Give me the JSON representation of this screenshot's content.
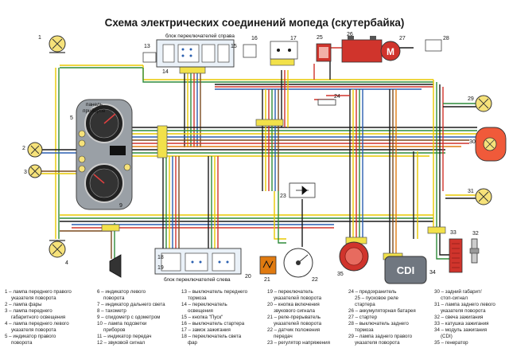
{
  "title": "Схема электрических соединений мопеда (скутербайка)",
  "captions": {
    "right_switch_block": "блок переключателей справа",
    "left_switch_block": "блок переключателей слева",
    "panel_line1": "панель",
    "panel_line2": "приборов",
    "cdi_label": "CDI"
  },
  "component_numbers": {
    "n1": "1",
    "n2": "2",
    "n3": "3",
    "n4": "4",
    "n5": "5",
    "n9": "9",
    "n13": "13",
    "n14": "14",
    "n15": "15",
    "n16": "16",
    "n17": "17",
    "n18": "18",
    "n19": "19",
    "n20": "20",
    "n21": "21",
    "n22": "22",
    "n23": "23",
    "n24": "24",
    "n25": "25",
    "n26": "26",
    "n27": "27",
    "n28": "28",
    "n29": "29",
    "n30": "30",
    "n31": "31",
    "n32": "32",
    "n33": "33",
    "n34": "34",
    "n35": "35"
  },
  "legend": {
    "col1": [
      "1 – лампа переднего правого",
      "указателя поворота",
      "2 – лампа фары",
      "3 – лампа переднего",
      "габаритного освещения",
      "4 – лампа переднего левого",
      "указателя поворота",
      "5 – индикатор правого",
      "поворота"
    ],
    "col2": [
      "6 – индикатор левого",
      "поворота",
      "7 – индикатор дальнего света",
      "8 – тахометр",
      "9 – спидометр с одометром",
      "10 – лампа подсветки",
      "приборов",
      "11 – индикатор передач",
      "12 – звуковой сигнал"
    ],
    "col3": [
      "13 – выключатель переднего",
      "тормоза",
      "14 – переключатель",
      "освещения",
      "15 – кнопка \"Пуск\"",
      "16 – выключатель стартера",
      "17 – замок зажигания",
      "18 – переключатель света",
      "фар"
    ],
    "col4": [
      "19 – переключатель",
      "указателей поворота",
      "20 – кнопка включения",
      "звукового сигнала",
      "21 – реле-прерыватель",
      "указателей поворота",
      "22 – датчик положения",
      "передач",
      "23 – регулятор напряжения"
    ],
    "col5": [
      "24 – предохранитель",
      "25 – пусковое реле",
      "стартера",
      "26 – аккумуляторная батарея",
      "27 – стартер",
      "28 – выключатель заднего",
      "тормоза",
      "29 – лампа заднего правого",
      "указателя поворота"
    ],
    "col6": [
      "30 – задний габарит/",
      "стоп-сигнал",
      "31 – лампа заднего левого",
      "указателя поворота",
      "32 – свеча зажигания",
      "33 – катушка зажигания",
      "34 – модуль зажигания",
      "(CDI)",
      "35 – генератор"
    ]
  },
  "colors": {
    "wire_yellow": "#e8c800",
    "wire_green": "#2e8b3a",
    "wire_black": "#1a1a1a",
    "wire_blue": "#2a5fb0",
    "wire_red": "#d0342c",
    "wire_brown": "#7a4a1e",
    "wire_orange": "#e07a10",
    "lamp_yellow": "#f6e27a",
    "tail_red": "#f05a3a",
    "connector_yellow": "#f2e14a"
  }
}
